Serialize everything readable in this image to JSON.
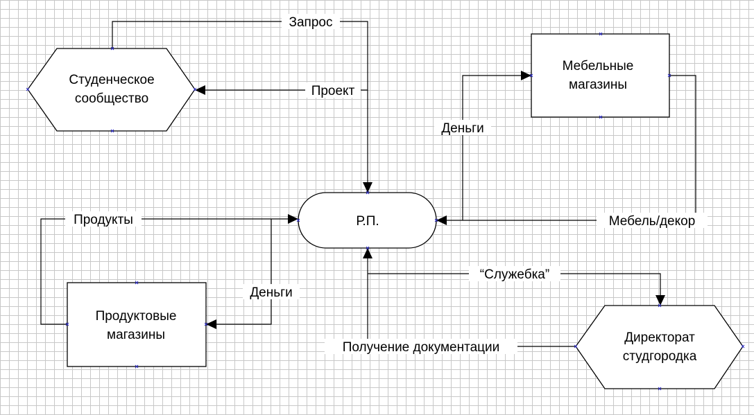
{
  "nodes": {
    "student_community": {
      "line1": "Студенческое",
      "line2": "сообщество"
    },
    "furniture_stores": {
      "line1": "Мебельные",
      "line2": "магазины"
    },
    "center": {
      "label": "Р.П."
    },
    "grocery_stores": {
      "line1": "Продуктовые",
      "line2": "магазины"
    },
    "campus_directorate": {
      "line1": "Директорат",
      "line2": "студгородка"
    }
  },
  "edges": {
    "request": "Запрос",
    "project": "Проект",
    "money_furniture": "Деньги",
    "furniture_decor": "Мебель/декор",
    "products": "Продукты",
    "money_grocery": "Деньги",
    "memo": "“Служебка”",
    "documentation": "Получение документации"
  },
  "colors": {
    "grid": "#c8c8c8",
    "connection_point": "#2a2ac8",
    "line": "#000000"
  }
}
